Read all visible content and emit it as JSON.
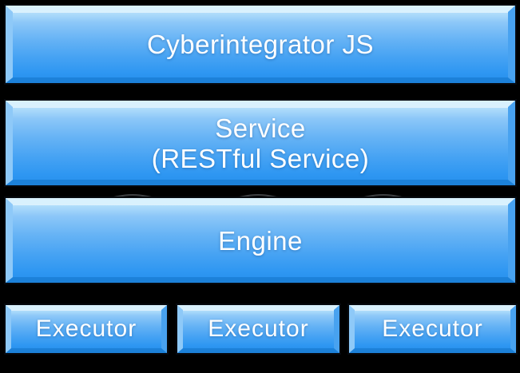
{
  "diagram": {
    "title_box": {
      "label": "Cyberintegrator JS"
    },
    "service_box": {
      "line1": "Service",
      "line2": "(RESTful Service)"
    },
    "engine_box": {
      "label": "Engine"
    },
    "executors": [
      {
        "label": "Executor"
      },
      {
        "label": "Executor"
      },
      {
        "label": "Executor"
      }
    ],
    "colors": {
      "background": "#000000",
      "box_gradient_top": "#b5e0fb",
      "box_gradient_bottom": "#2f97f2",
      "bevel_top": "#d9f1fd",
      "bevel_left": "#8ec9f8",
      "bevel_right": "#48a2f0",
      "bevel_bottom": "#1c81d9",
      "text": "#ffffff"
    }
  }
}
